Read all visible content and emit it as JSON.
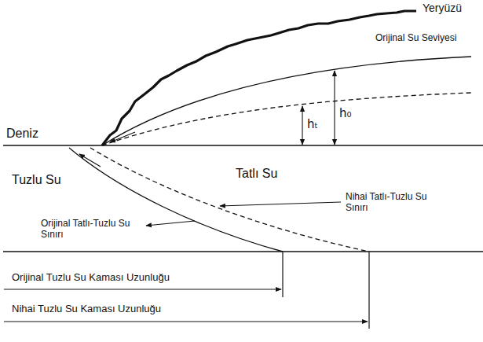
{
  "diagram": {
    "labels": [
      "Yeryüzü",
      "Orijinal Su Seviyesi",
      "Deniz",
      "hₜ",
      "h₀",
      "Tuzlu Su",
      "Tatlı Su",
      "Orijinal Tatlı-Tuzlu Su Sınırı",
      "Nihai Tatlı-Tuzlu Su Sınırı",
      "Orijinal Tuzlu Su Kaması Uzunluğu",
      "Nihai Tuzlu Su Kaması Uzunluğu"
    ]
  }
}
